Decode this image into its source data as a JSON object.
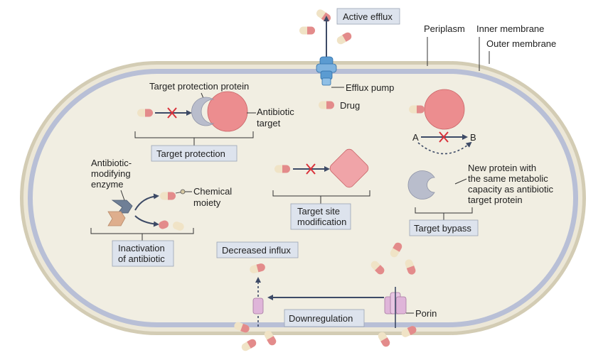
{
  "labels": {
    "periplasm": "Periplasm",
    "inner_membrane": "Inner membrane",
    "outer_membrane": "Outer membrane",
    "active_efflux": "Active efflux",
    "efflux_pump": "Efflux pump",
    "drug": "Drug",
    "target_protection_protein": "Target protection protein",
    "antibiotic_target_line1": "Antibiotic",
    "antibiotic_target_line2": "target",
    "target_protection": "Target protection",
    "point_a": "A",
    "point_b": "B",
    "enzyme_line1": "Antibiotic-",
    "enzyme_line2": "modifying",
    "enzyme_line3": "enzyme",
    "chemical_moiety_line1": "Chemical",
    "chemical_moiety_line2": "moiety",
    "inactivation_line1": "Inactivation",
    "inactivation_line2": "of antibiotic",
    "target_site_line1": "Target site",
    "target_site_line2": "modification",
    "new_protein_line1": "New protein with",
    "new_protein_line2": "the same metabolic",
    "new_protein_line3": "capacity as antibiotic",
    "new_protein_line4": "target protein",
    "target_bypass": "Target bypass",
    "decreased_influx": "Decreased influx",
    "downregulation": "Downregulation",
    "porin": "Porin"
  },
  "colors": {
    "cytoplasm": "#f1eee2",
    "outer_band": "#d3ccb4",
    "inner_band": "#b8bfd6",
    "pill_red": "#e38b8b",
    "pill_cream": "#f0e3c6",
    "target_red": "#ec8d8f",
    "gray_protein": "#b9bdcc",
    "efflux_blue": "#5b9bd1",
    "porin_pink": "#dfb5d9",
    "enzyme_slate": "#6f7f96",
    "enzyme_tan": "#deae8d",
    "box_fill": "#dde3ed",
    "arrow": "#3d4a66",
    "x_red": "#d9313a"
  }
}
